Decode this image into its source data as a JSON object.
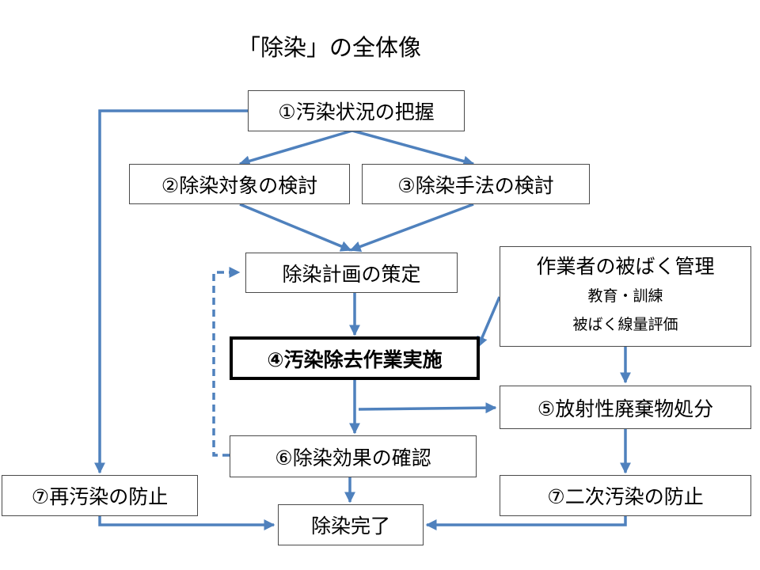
{
  "title": "「除染」の全体像",
  "colors": {
    "arrow": "#4f81bd",
    "border": "#4a4a4a",
    "text": "#000000"
  },
  "nodes": {
    "survey": "①汚染状況の把握",
    "target": "②除染対象の検討",
    "method": "③除染手法の検討",
    "plan": "除染計画の策定",
    "work": "④汚染除去作業実施",
    "waste": "⑤放射性廃棄物処分",
    "verify": "⑥除染効果の確認",
    "recontam": "⑦再汚染の防止",
    "secondary": "⑦二次汚染の防止",
    "done": "除染完了"
  },
  "worker_management": {
    "title": "作業者の被ばく管理",
    "items": [
      "教育・訓練",
      "被ばく線量評価"
    ]
  }
}
